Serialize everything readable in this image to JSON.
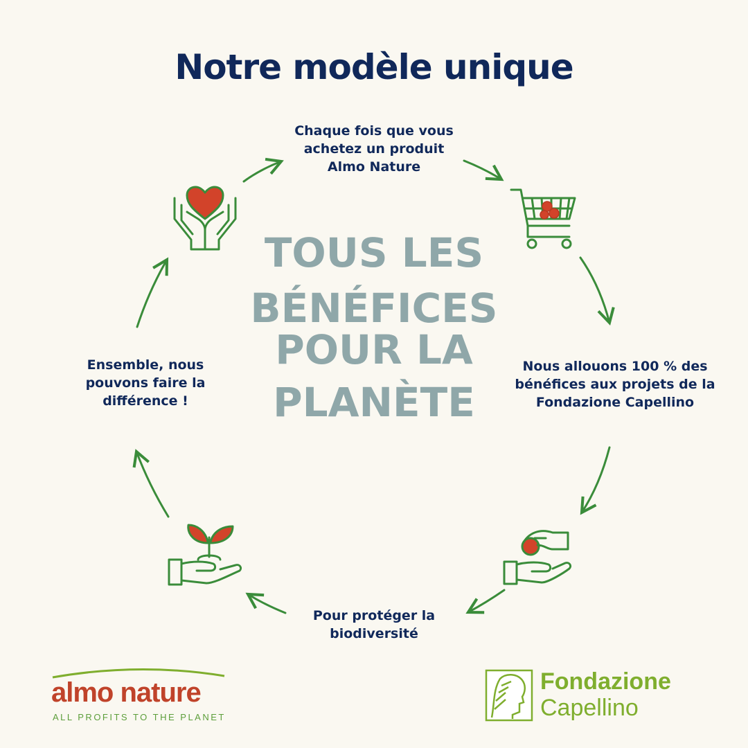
{
  "title": "Notre modèle unique",
  "center": {
    "lines": [
      "TOUS LES",
      "BÉNÉFICES",
      "POUR LA",
      "PLANÈTE"
    ]
  },
  "steps": {
    "purchase": "Chaque fois que vous achetez un produit Almo Nature",
    "allocate": "Nous allouons 100 % des bénéfices aux projets de la Fondazione Capellino",
    "protect": "Pour protéger la biodiversité",
    "together": "Ensemble, nous pouvons faire la différence !"
  },
  "icons": [
    "heart-hands-icon",
    "shopping-cart-icon",
    "giving-hands-icon",
    "sprout-hand-icon"
  ],
  "colors": {
    "title": "#10285a",
    "center_text": "#8fa7a9",
    "arrows": "#3a8c3a",
    "icon_accent": "#d2432a",
    "background": "#faf8f1"
  },
  "logos": {
    "almo": {
      "name": "almo nature",
      "tagline": "ALL PROFITS TO THE PLANET"
    },
    "fondazione": {
      "line1": "Fondazione",
      "line2": "Capellino"
    }
  }
}
